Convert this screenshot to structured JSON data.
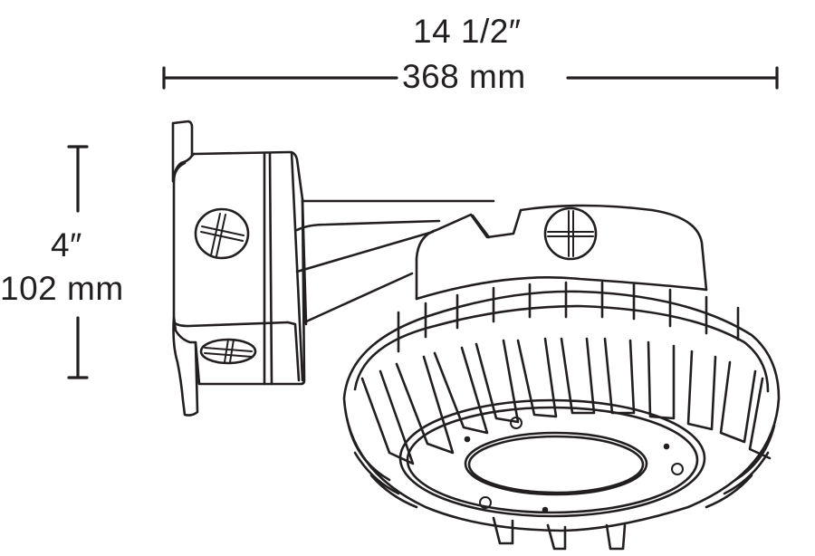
{
  "diagram": {
    "subject": "wall-mount LED area light fixture with junction box arm",
    "dimensions": {
      "width": {
        "imperial": "14 1/2″",
        "metric": "368 mm"
      },
      "height": {
        "imperial": "4″",
        "metric": "102 mm"
      }
    },
    "colors": {
      "line": "#231f20",
      "background": "#ffffff"
    }
  }
}
